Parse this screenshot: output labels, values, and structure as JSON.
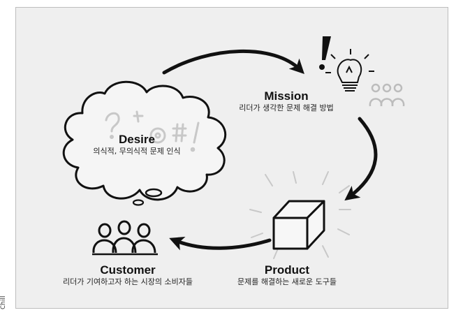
{
  "nodes": {
    "desire": {
      "title": "Desire",
      "subtitle": "의식적, 무의식적 문제 인식"
    },
    "mission": {
      "title": "Mission",
      "subtitle": "리더가 생각한 문제 해결 방법"
    },
    "product": {
      "title": "Product",
      "subtitle": "문제를 해결하는 새로운 도구들"
    },
    "customer": {
      "title": "Customer",
      "subtitle": "리더가 기여하고자 하는 시장의 소비자들"
    }
  },
  "credit": "Chill",
  "colors": {
    "background": "#efefef",
    "ink": "#111111",
    "faded": "#c8c8c8"
  },
  "icons": [
    "thought-cloud-icon",
    "exclamation-icon",
    "lightbulb-icon",
    "people-group-icon",
    "box-icon",
    "arrow-icon"
  ]
}
